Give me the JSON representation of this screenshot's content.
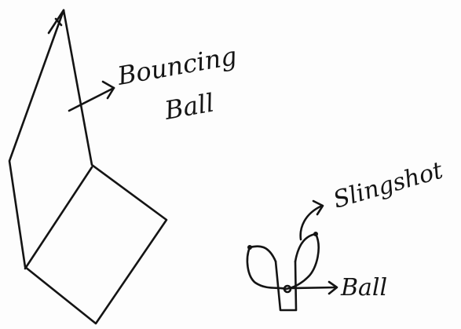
{
  "labels": {
    "bouncing_line1": "Bouncing",
    "bouncing_line2": "Ball",
    "slingshot": "Slingshot",
    "ball": "Ball"
  }
}
